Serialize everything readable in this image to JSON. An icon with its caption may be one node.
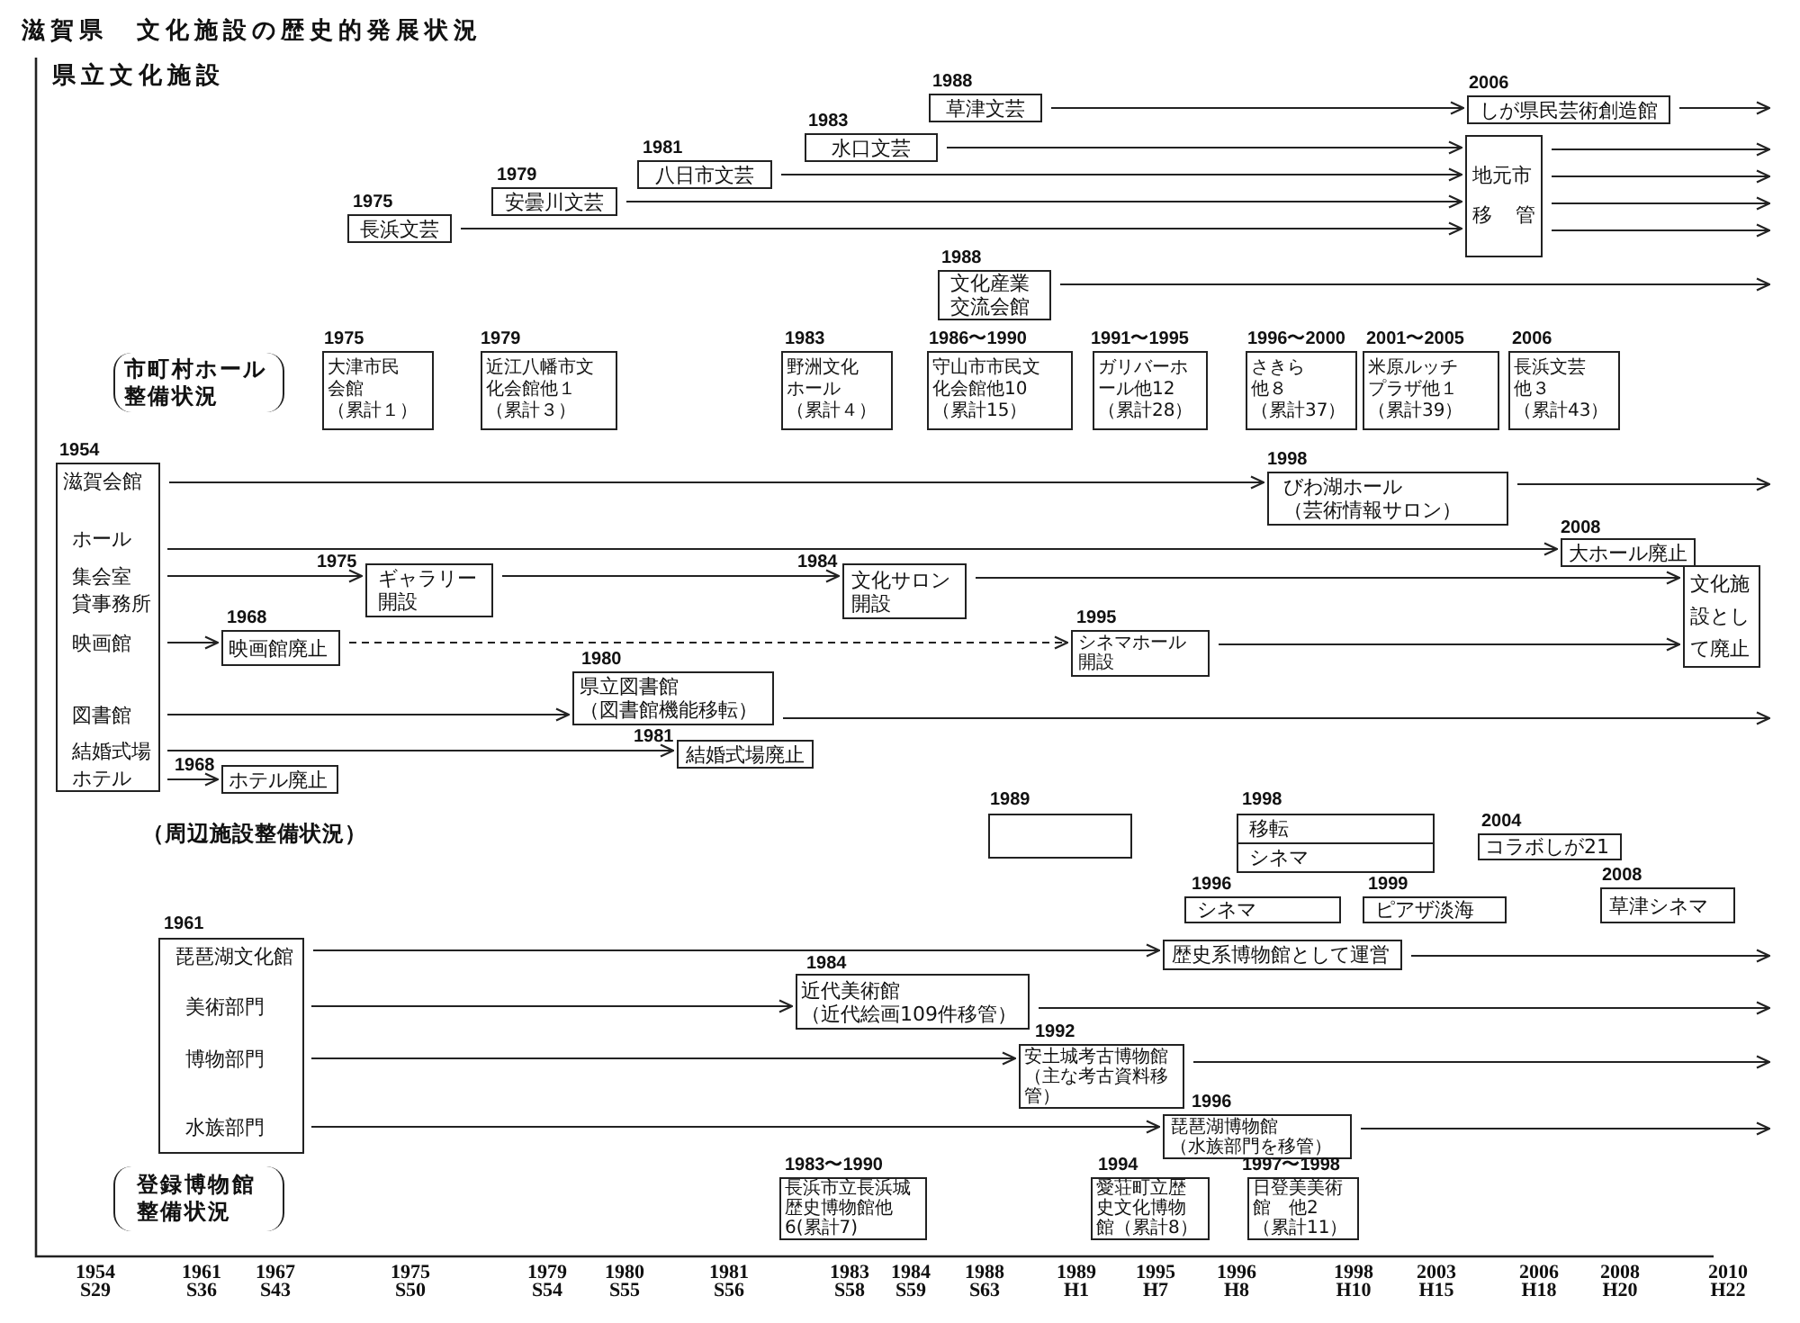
{
  "diagram": {
    "title": "滋賀県　文化施設の歴史的発展状況",
    "nodes": [
      {
        "text": [
          "草津文芸"
        ],
        "beside": [
          "1988"
        ]
      },
      {
        "text": [
          "しが県民芸術創造館"
        ],
        "beside": [
          "2006"
        ]
      },
      {
        "text": [
          "水口文芸"
        ],
        "beside": [
          "1983"
        ]
      },
      {
        "text": [
          "八日市文芸"
        ],
        "beside": [
          "1981"
        ]
      },
      {
        "text": [
          "安曇川文芸"
        ],
        "beside": [
          "1979"
        ]
      },
      {
        "text": [
          "長浜文芸"
        ],
        "beside": [
          "1975"
        ]
      },
      {
        "text": [
          "地元市移管"
        ]
      },
      {
        "text": [
          "文化産業交流会館"
        ],
        "beside": [
          "1988"
        ]
      },
      {
        "text": [
          "大津市民会館",
          "（累計１）"
        ],
        "beside": [
          "1975"
        ]
      },
      {
        "text": [
          "近江八幡市文化会館他１",
          "（累計３）"
        ],
        "beside": [
          "1979"
        ]
      },
      {
        "text": [
          "野洲文化ホール",
          "（累計４）"
        ],
        "beside": [
          "1983"
        ]
      },
      {
        "text": [
          "守山市市民文化会館他10",
          "（累計15）"
        ],
        "beside": [
          "1986〜1990"
        ]
      },
      {
        "text": [
          "ガリバーホール他12",
          "（累計28）"
        ],
        "beside": [
          "1991〜1995"
        ]
      },
      {
        "text": [
          "さきら他８",
          "（累計37）"
        ],
        "beside": [
          "1996〜2000"
        ]
      },
      {
        "text": [
          "米原ルッチプラザ他１",
          "（累計39）"
        ],
        "beside": [
          "2001〜2005"
        ]
      },
      {
        "text": [
          "長浜文芸他３",
          "（累計43）"
        ],
        "beside": [
          "2006"
        ]
      },
      {
        "text": [
          "滋賀会館"
        ],
        "beside": [
          "1954"
        ]
      },
      {
        "text": [
          "ホール"
        ],
        "in": 16
      },
      {
        "text": [
          "集会室",
          "貸事務所"
        ],
        "in": 16
      },
      {
        "text": [
          "映画館"
        ],
        "in": 16
      },
      {
        "text": [
          "図書館"
        ],
        "in": 16
      },
      {
        "text": [
          "結婚式場"
        ],
        "in": 16
      },
      {
        "text": [
          "ホテル"
        ],
        "in": 16
      },
      {
        "text": [
          "びわ湖ホール",
          "（芸術情報サロン）"
        ],
        "beside": [
          "1998"
        ]
      },
      {
        "text": [
          "大ホール廃止"
        ],
        "beside": [
          "2008"
        ]
      },
      {
        "text": [
          "ギャラリー開設"
        ],
        "beside": [
          "1975"
        ]
      },
      {
        "text": [
          "文化サロン開設"
        ],
        "beside": [
          "1984"
        ]
      },
      {
        "text": [
          "文化施設として廃止"
        ]
      },
      {
        "text": [
          "映画館廃止"
        ],
        "beside": [
          "1968"
        ]
      },
      {
        "text": [
          "シネマホール開設"
        ],
        "beside": [
          "1995"
        ]
      },
      {
        "text": [
          "県立図書館",
          "（図書館機能移転）"
        ],
        "beside": [
          "1980"
        ]
      },
      {
        "text": [
          "結婚式場廃止"
        ],
        "beside": [
          "1981"
        ]
      },
      {
        "text": [
          "ホテル廃止"
        ],
        "beside": [
          "1968"
        ]
      },
      {
        "text": [],
        "shape": "box",
        "beside": [
          "1989"
        ]
      },
      {
        "text": [
          "移転",
          "シネマ"
        ],
        "beside": [
          "1998"
        ]
      },
      {
        "text": [
          "コラボしが21"
        ],
        "beside": [
          "2004"
        ]
      },
      {
        "text": [
          "シネマ"
        ],
        "beside": [
          "1996"
        ]
      },
      {
        "text": [
          "ピアザ淡海"
        ],
        "beside": [
          "1999"
        ]
      },
      {
        "text": [
          "草津シネマ"
        ],
        "beside": [
          "2008"
        ]
      },
      {
        "text": [
          "琵琶湖文化館"
        ],
        "beside": [
          "1961"
        ]
      },
      {
        "text": [
          "美術部門"
        ],
        "in": 39
      },
      {
        "text": [
          "博物部門"
        ],
        "in": 39
      },
      {
        "text": [
          "水族部門"
        ],
        "in": 39
      },
      {
        "text": [
          "歴史系博物館として運営"
        ]
      },
      {
        "text": [
          "近代美術館",
          "（近代絵画109件移管）"
        ],
        "beside": [
          "1984"
        ]
      },
      {
        "text": [
          "安土城考古博物館",
          "（主な考古資料移管）"
        ],
        "beside": [
          "1992"
        ]
      },
      {
        "text": [
          "琵琶湖博物館",
          "（水族部門を移管）"
        ],
        "beside": [
          "1996"
        ]
      },
      {
        "text": [
          "長浜市立長浜城歴史博物館他6(累計7)"
        ],
        "beside": [
          "1983〜1990"
        ]
      },
      {
        "text": [
          "愛荘町立歴史文化博物館（累計8）"
        ],
        "beside": [
          "1994"
        ]
      },
      {
        "text": [
          "日登美美術館　他2",
          "（累計11）"
        ],
        "beside": [
          "1997〜1998"
        ]
      }
    ],
    "edges": [
      {
        "from": 5,
        "to": 6,
        "arrow": "to"
      },
      {
        "from": 4,
        "to": 6,
        "arrow": "to"
      },
      {
        "from": 3,
        "to": 6,
        "arrow": "to"
      },
      {
        "from": 2,
        "to": 6,
        "arrow": "to"
      },
      {
        "from": 0,
        "to": 1,
        "arrow": "to"
      },
      {
        "from": 1,
        "to": null,
        "arrow": "to"
      },
      {
        "from": 6,
        "to": null,
        "arrow": "to"
      },
      {
        "from": 6,
        "to": null,
        "arrow": "to"
      },
      {
        "from": 6,
        "to": null,
        "arrow": "to"
      },
      {
        "from": 6,
        "to": null,
        "arrow": "to"
      },
      {
        "from": 7,
        "to": null,
        "arrow": "to"
      },
      {
        "from": 16,
        "to": 23,
        "arrow": "to"
      },
      {
        "from": 23,
        "to": null,
        "arrow": "to"
      },
      {
        "from": 17,
        "to": 24,
        "arrow": "to"
      },
      {
        "from": 18,
        "to": 25,
        "arrow": "to"
      },
      {
        "from": 25,
        "to": 26,
        "arrow": "to"
      },
      {
        "from": 26,
        "to": 27,
        "arrow": "to"
      },
      {
        "from": 19,
        "to": 28,
        "arrow": "to"
      },
      {
        "from": 28,
        "to": 29,
        "arrow": "to",
        "style": "dashed"
      },
      {
        "from": 29,
        "to": 27,
        "arrow": "to"
      },
      {
        "from": 20,
        "to": 30,
        "arrow": "to"
      },
      {
        "from": 30,
        "to": null,
        "arrow": "to"
      },
      {
        "from": 21,
        "to": 31,
        "arrow": "to"
      },
      {
        "from": 22,
        "to": 32,
        "arrow": "to"
      },
      {
        "from": 39,
        "to": 43,
        "arrow": "to"
      },
      {
        "from": 43,
        "to": null,
        "arrow": "to"
      },
      {
        "from": 40,
        "to": 44,
        "arrow": "to"
      },
      {
        "from": 44,
        "to": null,
        "arrow": "to"
      },
      {
        "from": 41,
        "to": 45,
        "arrow": "to"
      },
      {
        "from": 45,
        "to": null,
        "arrow": "to"
      },
      {
        "from": 42,
        "to": 46,
        "arrow": "to"
      },
      {
        "from": 46,
        "to": null,
        "arrow": "to"
      }
    ],
    "labels": [
      "県立文化施設",
      "市町村ホール整備状況",
      "（周辺施設整備状況）",
      "登録博物館整備状況",
      "1954",
      "S29",
      "1961",
      "S36",
      "1967",
      "S43",
      "1975",
      "S50",
      "1979",
      "S54",
      "1980",
      "S55",
      "1981",
      "S56",
      "1983",
      "S58",
      "1984",
      "S59",
      "1988",
      "S63",
      "1989",
      "H1",
      "1995",
      "H7",
      "1996",
      "H8",
      "1998",
      "H10",
      "2003",
      "H15",
      "2006",
      "H18",
      "2008",
      "H20",
      "2010",
      "H22"
    ]
  }
}
